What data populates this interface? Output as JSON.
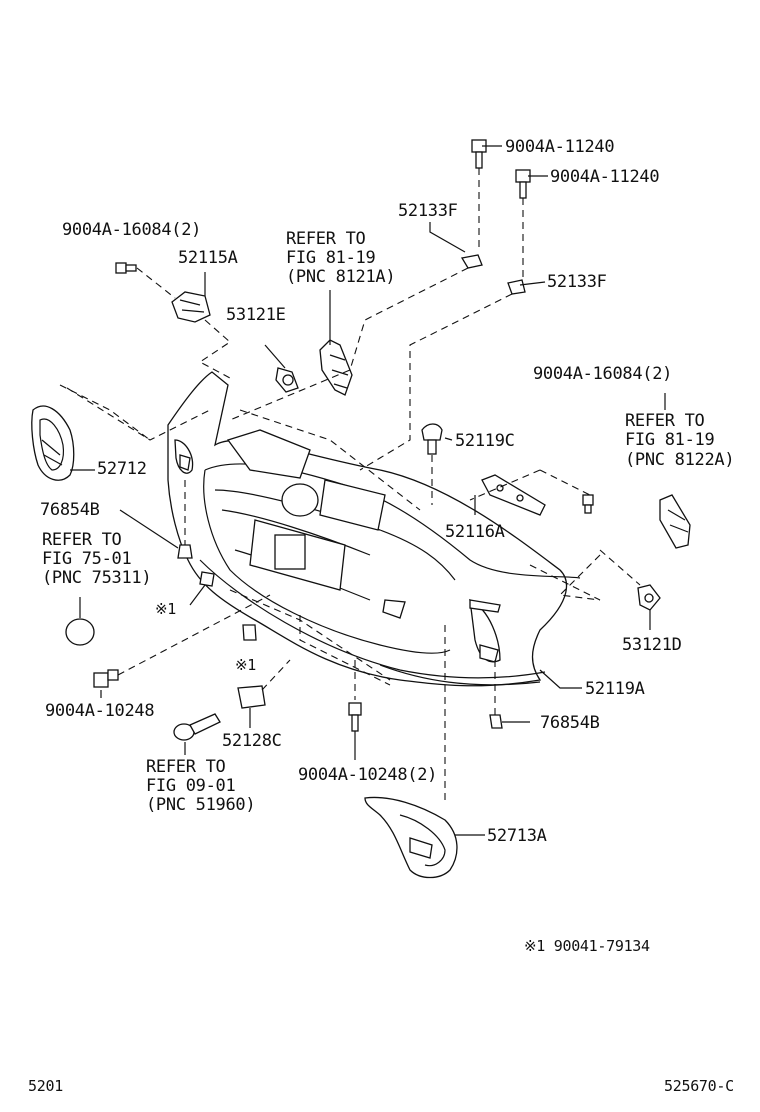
{
  "labels": {
    "p9004a_11240_a": "9004A-11240",
    "p9004a_11240_b": "9004A-11240",
    "p52133f_a": "52133F",
    "p52133f_b": "52133F",
    "p9004a_16084_left": "9004A-16084(2)",
    "p52115a": "52115A",
    "refer_8121a_1": "REFER TO",
    "refer_8121a_2": "FIG 81-19",
    "refer_8121a_3": "(PNC 8121A)",
    "p53121e": "53121E",
    "p9004a_16084_right": "9004A-16084(2)",
    "refer_8122a_1": "REFER TO",
    "refer_8122a_2": "FIG 81-19",
    "refer_8122a_3": "(PNC 8122A)",
    "p52712": "52712",
    "p52119c": "52119C",
    "p76854b_left": "76854B",
    "p52116a": "52116A",
    "refer_75311_1": "REFER TO",
    "refer_75311_2": "FIG 75-01",
    "refer_75311_3": "(PNC 75311)",
    "note1_a": "※1",
    "note1_b": "※1",
    "p53121d": "53121D",
    "p52119a": "52119A",
    "p9004a_10248": "9004A-10248",
    "p76854b_right": "76854B",
    "p52128c": "52128C",
    "refer_51960_1": "REFER TO",
    "refer_51960_2": "FIG 09-01",
    "refer_51960_3": "(PNC 51960)",
    "p9004a_10248_2": "9004A-10248(2)",
    "p52713a": "52713A",
    "footnote": "※1 90041-79134",
    "page_left": "5201",
    "page_right": "525670-C"
  }
}
